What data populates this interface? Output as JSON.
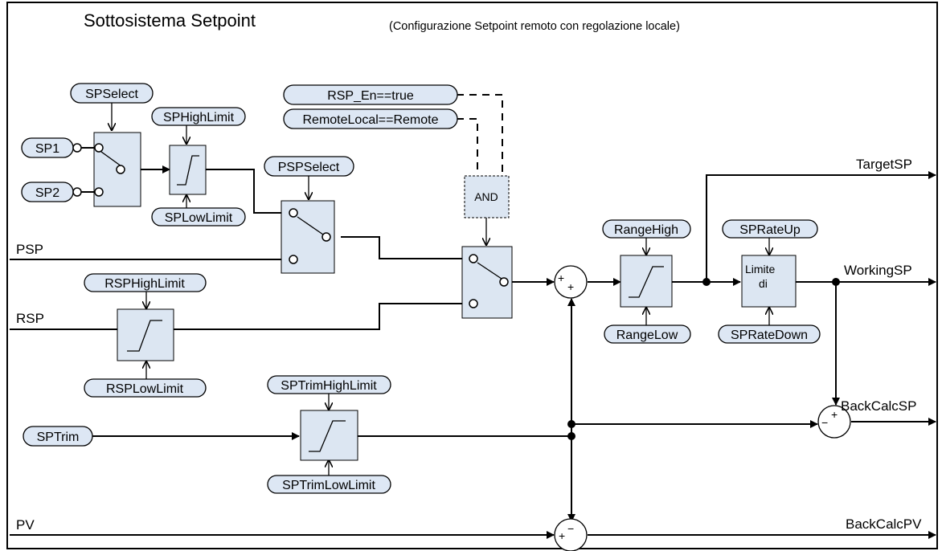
{
  "title": "Sottosistema Setpoint",
  "subtitle": "(Configurazione Setpoint remoto con regolazione locale)",
  "params": {
    "spselect": "SPSelect",
    "sp1": "SP1",
    "sp2": "SP2",
    "sphighlimit": "SPHighLimit",
    "splowlimit": "SPLowLimit",
    "pspselect": "PSPSelect",
    "rsp_en": "RSP_En==true",
    "remotelocal": "RemoteLocal==Remote",
    "rsphighlimit": "RSPHighLimit",
    "rsplowlimit": "RSPLowLimit",
    "rangehigh": "RangeHigh",
    "rangelow": "RangeLow",
    "sprateup": "SPRateUp",
    "spratedown": "SPRateDown",
    "sptrim": "SPTrim",
    "sptrimhighlimit": "SPTrimHighLimit",
    "sptrimlowlimit": "SPTrimLowLimit"
  },
  "blocks": {
    "and_label": "AND",
    "rate_line1": "Limite",
    "rate_line2": "di"
  },
  "signals": {
    "psp": "PSP",
    "rsp": "RSP",
    "pv": "PV",
    "targetsp": "TargetSP",
    "workingsp": "WorkingSP",
    "backcalcsp": "BackCalcSP",
    "backcalcpv": "BackCalcPV"
  },
  "sums": {
    "plus": "+",
    "minus": "−"
  }
}
